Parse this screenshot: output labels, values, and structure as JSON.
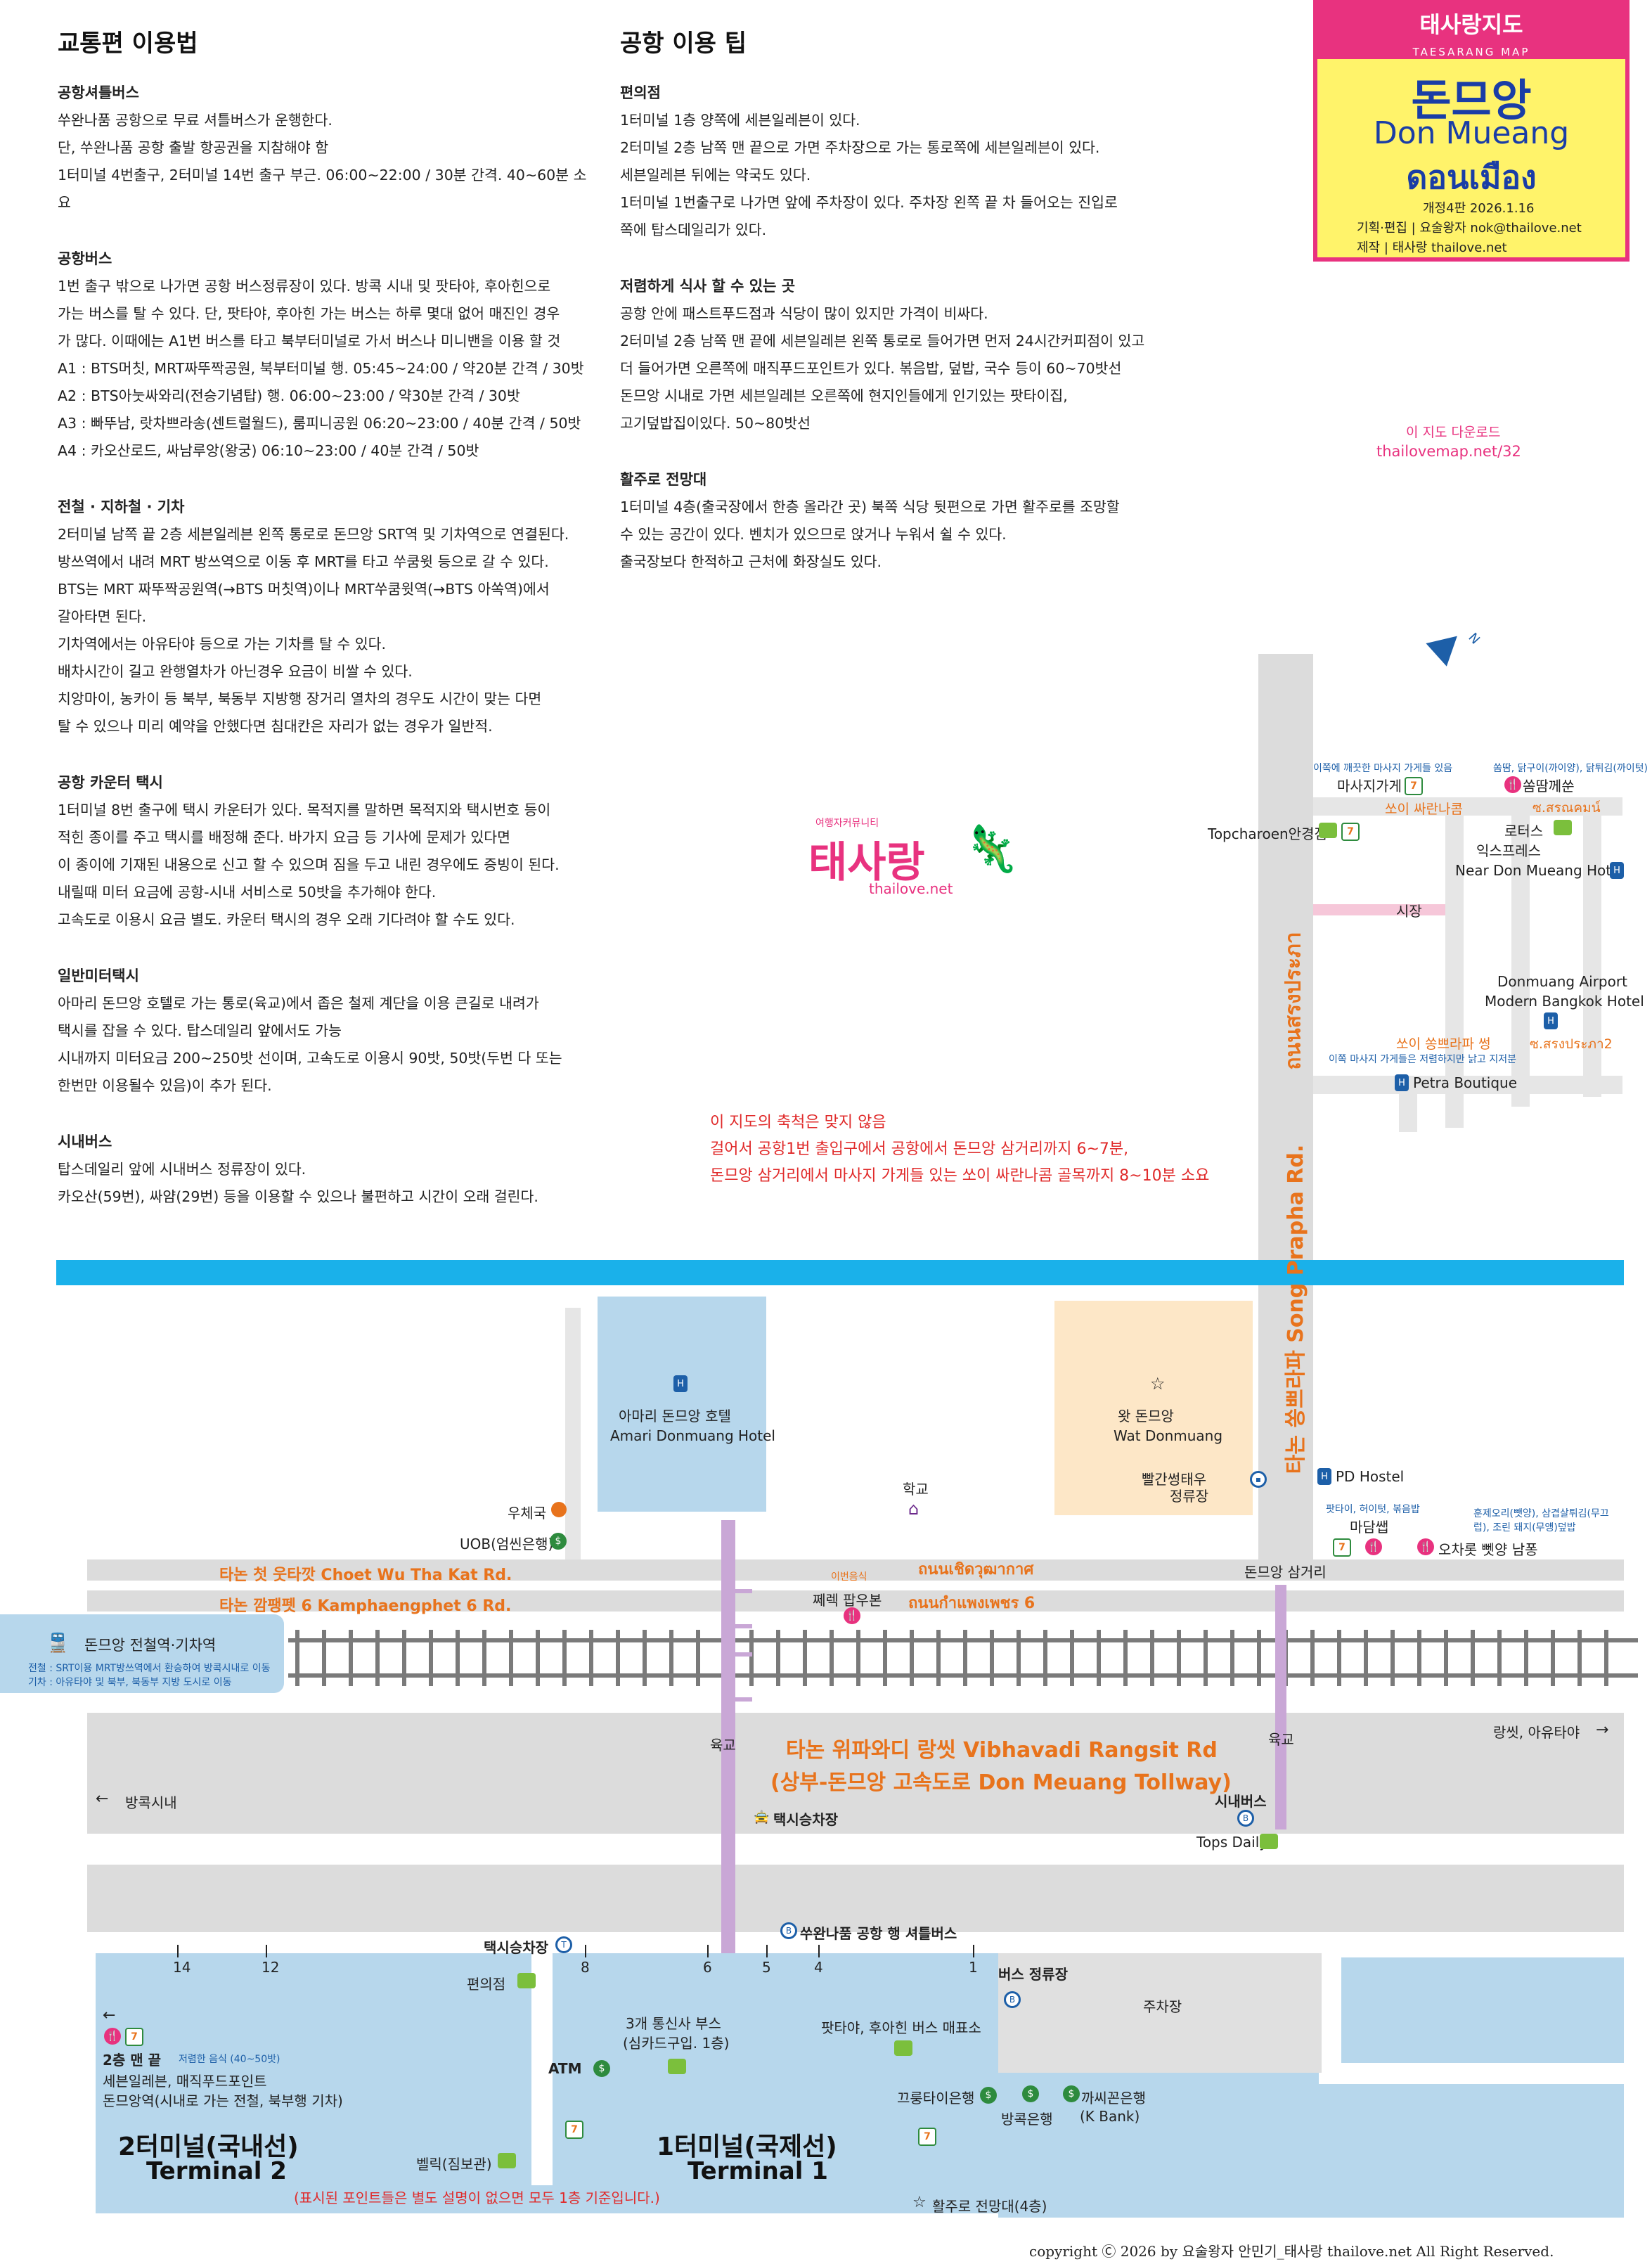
{
  "left": {
    "title": "교통편 이용법",
    "blocks": [
      {
        "h": "공항셔틀버스",
        "lines": [
          "쑤완나품 공항으로 무료 셔틀버스가 운행한다.",
          "단, 쑤완나품 공항 출발 항공권을 지참해야 함",
          "1터미널 4번출구, 2터미널 14번 출구 부근. 06:00~22:00 / 30분 간격. 40~60분 소요"
        ]
      },
      {
        "h": "공항버스",
        "lines": [
          "1번 출구 밖으로 나가면 공항 버스정류장이 있다. 방콕 시내 및 팟타야, 후아힌으로",
          "가는 버스를 탈 수 있다. 단, 팟타야, 후아힌 가는 버스는 하루 몇대 없어 매진인 경우",
          "가 많다. 이때에는 A1번 버스를 타고 북부터미널로 가서 버스나 미니밴을 이용 할 것",
          "A1 : BTS머칫, MRT짜뚜짝공원, 북부터미널 행. 05:45~24:00 / 약20분 간격 / 30밧",
          "A2 : BTS아눗싸와리(전승기념탑) 행. 06:00~23:00 / 약30분 간격 / 30밧",
          "A3 : 빠뚜남, 랏차쁘라송(센트럴월드), 룸피니공원 06:20~23:00 / 40분 간격 / 50밧",
          "A4 : 카오산로드, 싸남루앙(왕궁) 06:10~23:00 / 40분 간격 / 50밧"
        ]
      },
      {
        "h": "전철 · 지하철 · 기차",
        "lines": [
          "2터미널 남쪽 끝 2층 세븐일레븐 왼쪽 통로로 돈므앙 SRT역 및 기차역으로 연결된다.",
          "방쓰역에서 내려 MRT 방쓰역으로 이동 후 MRT를 타고 쑤쿰윗 등으로 갈 수 있다.",
          "BTS는 MRT 짜뚜짝공원역(→BTS 머칫역)이나 MRT쑤쿰윗역(→BTS 아쏙역)에서",
          "갈아타면 된다.",
          "기차역에서는 아유타야 등으로 가는 기차를 탈 수 있다.",
          "배차시간이 길고 완행열차가 아닌경우 요금이 비쌀 수 있다.",
          "치앙마이, 농카이 등 북부, 북동부 지방행 장거리 열차의 경우도 시간이 맞는 다면",
          "탈 수 있으나 미리 예약을 안했다면 침대칸은 자리가 없는 경우가 일반적."
        ]
      },
      {
        "h": "공항 카운터 택시",
        "lines": [
          "1터미널 8번 출구에 택시 카운터가 있다. 목적지를 말하면 목적지와 택시번호 등이",
          "적힌 종이를 주고 택시를 배정해 준다. 바가지 요금 등 기사에 문제가 있다면",
          "이 종이에 기재된 내용으로 신고 할 수 있으며 짐을 두고 내린 경우에도 증빙이 된다.",
          "내릴때 미터 요금에 공항-시내 서비스로 50밧을 추가해야 한다.",
          "고속도로 이용시 요금 별도. 카운터 택시의 경우 오래 기다려야 할 수도 있다."
        ]
      },
      {
        "h": "일반미터택시",
        "lines": [
          "아마리 돈므앙 호텔로 가는 통로(육교)에서 좁은 철제 계단을 이용 큰길로 내려가",
          "택시를 잡을 수 있다. 탑스데일리 앞에서도 가능",
          "시내까지 미터요금 200~250밧 선이며, 고속도로 이용시 90밧, 50밧(두번 다 또는",
          "한번만 이용될수 있음)이 추가 된다."
        ]
      },
      {
        "h": "시내버스",
        "lines": [
          "탑스데일리 앞에 시내버스 정류장이 있다.",
          "카오산(59번), 싸얌(29번) 등을 이용할 수 있으나 불편하고 시간이 오래 걸린다."
        ]
      }
    ]
  },
  "right": {
    "title": "공항 이용 팁",
    "blocks": [
      {
        "h": "편의점",
        "lines": [
          "1터미널 1층 양쪽에 세븐일레븐이 있다.",
          "2터미널 2층 남쪽 맨 끝으로 가면 주차장으로 가는 통로쪽에 세븐일레븐이 있다.",
          "세븐일레븐 뒤에는 약국도 있다.",
          "1터미널 1번출구로 나가면 앞에 주차장이 있다. 주차장 왼쪽 끝 차 들어오는 진입로",
          "쪽에 탑스데일리가 있다."
        ]
      },
      {
        "h": "저렴하게 식사 할 수 있는 곳",
        "lines": [
          "공항 안에 패스트푸드점과 식당이 많이 있지만 가격이 비싸다.",
          "2터미널 2층 남쪽 맨 끝에 세븐일레븐 왼쪽 통로로 들어가면 먼저 24시간커피점이 있고",
          "더 들어가면 오른쪽에 매직푸드포인트가 있다. 볶음밥, 덮밥, 국수 등이 60~70밧선",
          "돈므앙 시내로 가면 세븐일레븐 오른쪽에 현지인들에게 인기있는 팟타이집,",
          "고기덮밥집이있다. 50~80밧선"
        ]
      },
      {
        "h": "활주로 전망대",
        "lines": [
          "1터미널 4층(출국장에서 한층 올라간 곳) 북쪽 식당 뒷편으로 가면 활주로를 조망할",
          "수 있는 공간이 있다. 벤치가 있으므로 앉거나 누워서 쉴 수 있다.",
          "출국장보다 한적하고 근처에 화장실도 있다."
        ]
      }
    ]
  },
  "titlebox": {
    "brand": "태사랑지도",
    "brand_sub": "TAESARANG MAP",
    "title_ko": "돈므앙",
    "title_en": "Don Mueang",
    "title_th": "ดอนเมือง",
    "edition": "개정4판   2026.1.16",
    "editor": "기획·편집 | 요술왕자 nok@thailove.net",
    "maker": "제작  | 태사랑 thailove.net"
  },
  "download": {
    "label": "이 지도 다운로드",
    "url": "thailovemap.net/32"
  },
  "logo": {
    "tag": "여행자커뮤니티",
    "name": "태사랑",
    "site": "thailove.net"
  },
  "note": [
    "이 지도의 축척은 맞지 않음",
    "걸어서 공항1번 출입구에서 공항에서 돈므앙 삼거리까지 6~7분,",
    "돈므앙 삼거리에서 마사지 가게들 있는 쏘이 싸란나콤 골목까지 8~10분 소요"
  ],
  "map": {
    "massage_note": "이쪽에 깨끗한 마사지 가게들 있음",
    "massage": "마사지가게",
    "food_note": "쏨땀, 닭구이(까이양), 닭튀김(까이텃)",
    "somtam": "쏨땀께쑨",
    "soi1_ko": "쏘이 싸란나콤",
    "soi1_th": "ซ.สรณคมน์",
    "topcharoen": "Topcharoen안경점",
    "lotus": "로터스",
    "express": "익스프레스",
    "near_hotel": "Near Don Mueang Hotel",
    "market": "시장",
    "modern1": "Donmuang Airport",
    "modern2": "Modern Bangkok Hotel",
    "soi2_ko": "쏘이 쏭쁘라파 썽",
    "soi2_th": "ซ.สรงประภา2",
    "soi2_note": "이쪽 마사지 가게들은 저렴하지만 낡고 지저분",
    "petra": "Petra Boutique",
    "road_th": "ถนนสรงประภา",
    "road_ko": "타논 쏭쁘라파 Song Prapha Rd.",
    "amari_ko": "아마리 돈므앙 호텔",
    "amari_en": "Amari Donmuang Hotel",
    "wat_ko": "왓 돈므앙",
    "wat_en": "Wat Donmuang",
    "post": "우체국",
    "uob": "UOB(엄씬은행)",
    "school": "학교",
    "shrine1": "빨간썽태우",
    "shrine2": "정류장",
    "pd": "PD Hostel",
    "food2_note": "팟타이, 허이텃, 볶음밥",
    "food3_note": "훈제오리(뺏양), 삼겹살튀김(무끄럽), 조린 돼지(무얭)덮밥",
    "madam": "마담쌥",
    "duck": "오차롯 뻿양 남퐁",
    "junction": "돈므앙 삼거리",
    "road1_ko": "타논 첫 웃타깟 Choet Wu Tha Kat Rd.",
    "road1_th": "ถนนเชิดวุฒากาศ",
    "road2_ko": "타논 깜팽펫 6 Kamphaengphet 6 Rd.",
    "road2_th": "ถนนกำแพงเพชร 6",
    "noodle_note": "이번음식",
    "noodle": "쩨렉 팝우본",
    "station": "돈므앙 전철역·기차역",
    "station_note1": "전철 : SRT이용 MRT방쓰역에서 환승하여 방콕시내로 이동",
    "station_note2": "기차 : 아유타야 및 북부, 북동부 지방 도시로 이동",
    "bridge": "육교",
    "bridge2": "육교",
    "rangsit": "랑씻, 아유타야",
    "bkk": "방콕시내",
    "hwy1": "타논 위파와디 랑씻 Vibhavadi Rangsit Rd",
    "hwy2": "(상부-돈므앙 고속도로 Don Meuang Tollway)",
    "taxi_stand": "택시승차장",
    "city_bus": "시내버스",
    "tops": "Tops Daily",
    "taxi_stand2": "택시승차장",
    "shuttle": "쑤완나품 공항 행 셔틀버스",
    "conv": "편의점",
    "gates": [
      "14",
      "12",
      "8",
      "6",
      "5",
      "4",
      "1"
    ],
    "bus_stop": "버스 정류장",
    "parking": "주차장",
    "t2_end": "2층 맨 끝",
    "t2_end_note": "저렴한 음식 (40~50밧)",
    "t2_line1": "세븐일레븐, 매직푸드포인트",
    "t2_line2": "돈므앙역(시내로 가는 전철, 북부행 기차)",
    "telco1": "3개 통신사 부스",
    "telco2": "(심카드구입. 1층)",
    "bus_ticket": "팟타야, 후아힌 버스 매표소",
    "atm": "ATM",
    "krungthai": "끄룽타이은행",
    "bangkok_bank": "방콕은행",
    "kbank1": "까씨꼰은행",
    "kbank2": "(K Bank)",
    "t2_ko": "2터미널(국내선)",
    "t2_en": "Terminal 2",
    "t1_ko": "1터미널(국제선)",
    "t1_en": "Terminal 1",
    "bellboy": "벨릭(짐보관)",
    "floor_note": "(표시된 포인트들은 별도 설명이 없으면 모두 1층 기준입니다.)",
    "observatory": "활주로 전망대(4층)",
    "seven": "7"
  },
  "footer": "copyright Ⓒ 2026 by 요술왕자 안민기_태사랑   thailove.net   All Right Reserved.",
  "colors": {
    "pink": "#e8327f",
    "yellow": "#fff36a",
    "blue": "#1d5fa8",
    "river": "#1ab1ea",
    "terminal": "#b7d7ec",
    "orange": "#e8731c",
    "purple": "#c9a7d6"
  }
}
